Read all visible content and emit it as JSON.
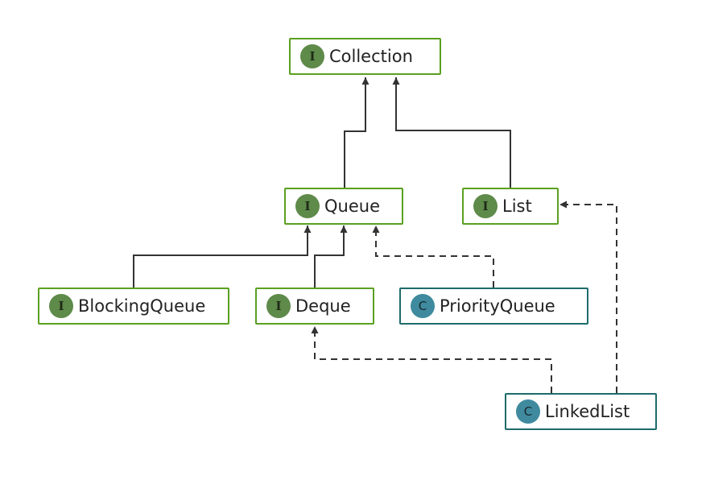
{
  "nodes": {
    "collection": {
      "badge": "I",
      "name": "Collection",
      "kind": "interface"
    },
    "queue": {
      "badge": "I",
      "name": "Queue",
      "kind": "interface"
    },
    "list": {
      "badge": "I",
      "name": "List",
      "kind": "interface"
    },
    "blockingqueue": {
      "badge": "I",
      "name": "BlockingQueue",
      "kind": "interface"
    },
    "deque": {
      "badge": "I",
      "name": "Deque",
      "kind": "interface"
    },
    "priorityqueue": {
      "badge": "C",
      "name": "PriorityQueue",
      "kind": "class"
    },
    "linkedlist": {
      "badge": "C",
      "name": "LinkedList",
      "kind": "class"
    }
  },
  "edges": [
    {
      "from": "Queue",
      "to": "Collection",
      "style": "solid"
    },
    {
      "from": "List",
      "to": "Collection",
      "style": "solid"
    },
    {
      "from": "BlockingQueue",
      "to": "Queue",
      "style": "solid"
    },
    {
      "from": "Deque",
      "to": "Queue",
      "style": "solid"
    },
    {
      "from": "PriorityQueue",
      "to": "Queue",
      "style": "dashed"
    },
    {
      "from": "LinkedList",
      "to": "Deque",
      "style": "dashed"
    },
    {
      "from": "LinkedList",
      "to": "List",
      "style": "dashed"
    }
  ],
  "colors": {
    "interface_border": "#5aa020",
    "class_border": "#1e6b6b",
    "interface_badge": "#5e8a4a",
    "class_badge": "#3f8a9e",
    "edge": "#333333"
  }
}
